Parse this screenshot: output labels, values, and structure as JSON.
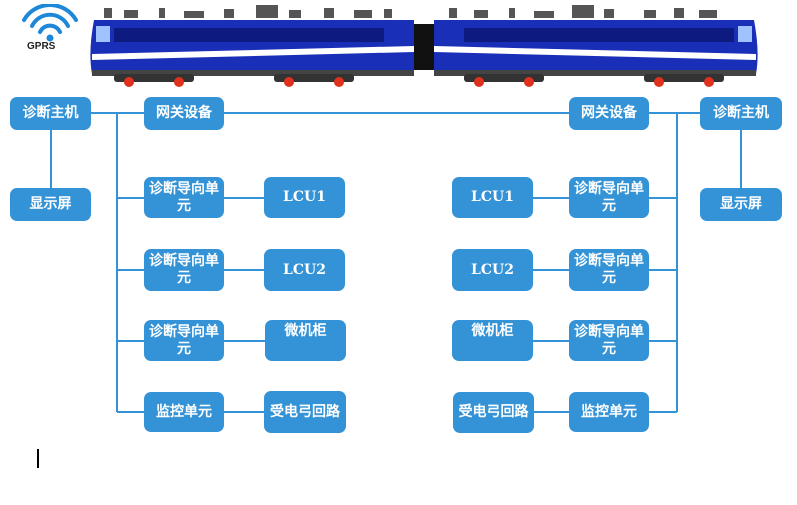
{
  "gprs": {
    "label": "GPRS",
    "icon": "wifi-signal-icon"
  },
  "train": {
    "icon": "locomotive-image",
    "body_color": "#1a2fb8",
    "stripe_color": "#ffffff"
  },
  "colors": {
    "box_fill": "#3393d6",
    "box_text": "#ffffff",
    "line": "#3393d6"
  },
  "left": {
    "host": "诊断主机",
    "display": "显示屏",
    "gateway": "网关设备",
    "rows": [
      {
        "unit": "诊断导向单元",
        "device": "LCU1"
      },
      {
        "unit": "诊断导向单元",
        "device": "LCU2"
      },
      {
        "unit": "诊断导向单元",
        "device": "微机柜"
      },
      {
        "unit": "监控单元",
        "device": "受电弓回路"
      }
    ]
  },
  "right": {
    "host": "诊断主机",
    "display": "显示屏",
    "gateway": "网关设备",
    "rows": [
      {
        "unit": "诊断导向单元",
        "device": "LCU1"
      },
      {
        "unit": "诊断导向单元",
        "device": "LCU2"
      },
      {
        "unit": "诊断导向单元",
        "device": "微机柜"
      },
      {
        "unit": "监控单元",
        "device": "受电弓回路"
      }
    ]
  }
}
